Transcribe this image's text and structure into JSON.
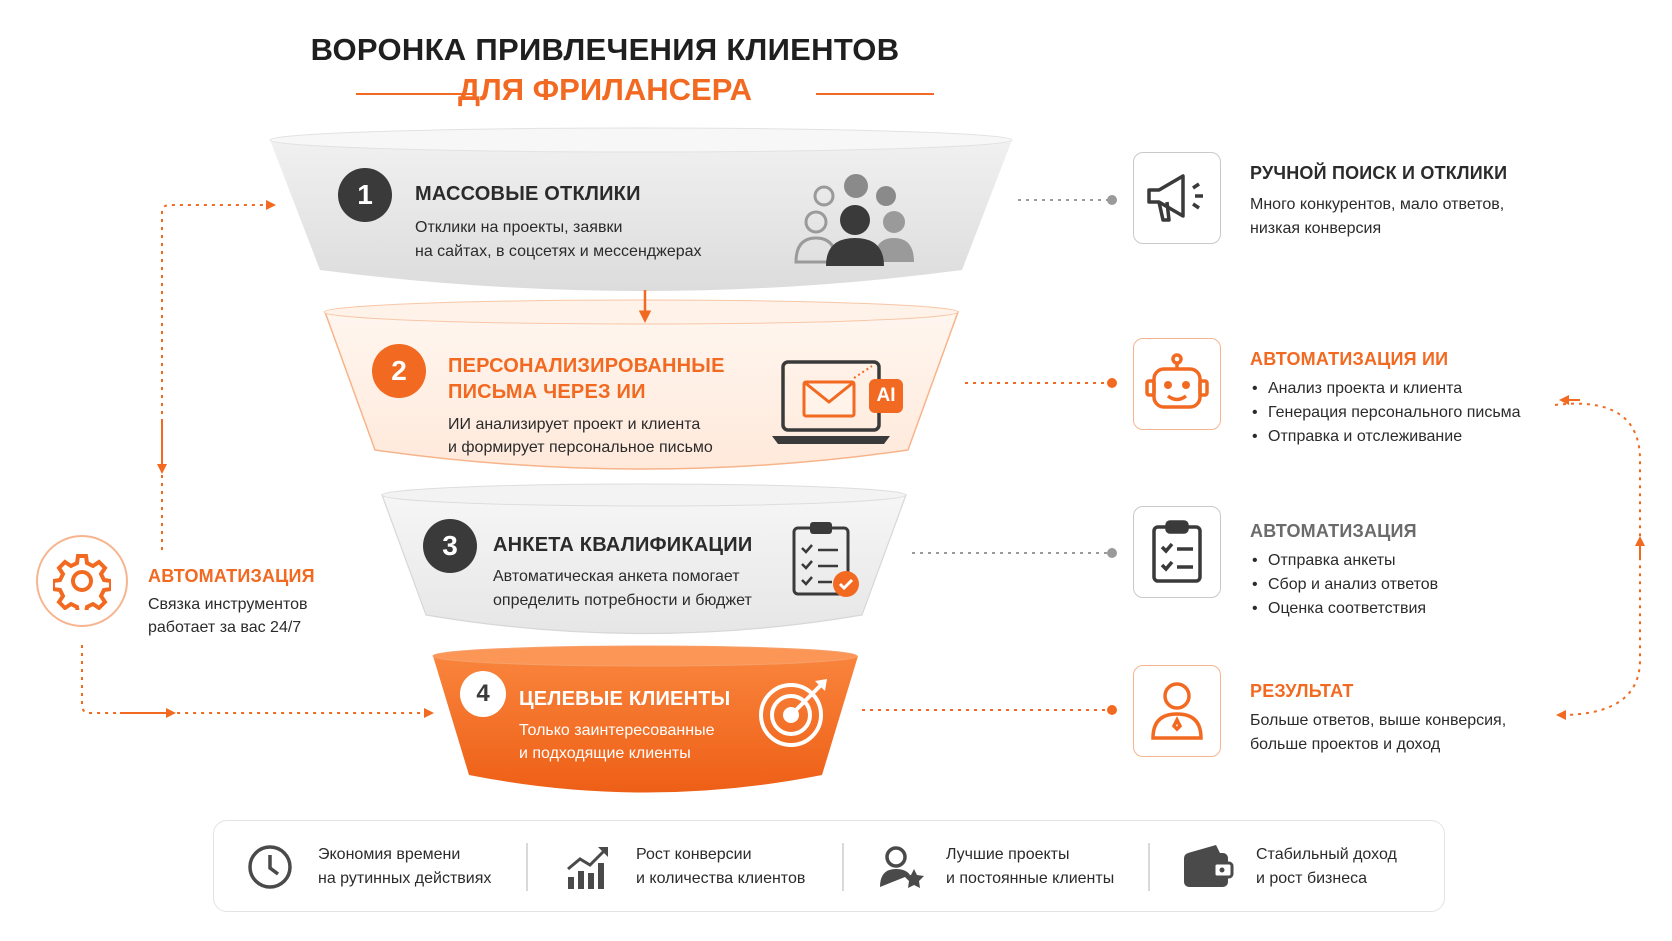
{
  "title": {
    "line1": "ВОРОНКА ПРИВЛЕЧЕНИЯ КЛИЕНТОВ",
    "line2": "ДЛЯ ФРИЛАНСЕРА"
  },
  "colors": {
    "accent": "#f26a21",
    "dark": "#3a3a3a",
    "gray": "#8c8c8c"
  },
  "stages": [
    {
      "number": "1",
      "title": "МАССОВЫЕ ОТКЛИКИ",
      "desc1": "Отклики на проекты, заявки",
      "desc2": "на сайтах, в соцсетях и мессенджерах",
      "icon": "people-group-icon"
    },
    {
      "number": "2",
      "title1": "ПЕРСОНАЛИЗИРОВАННЫЕ",
      "title2": "ПИСЬМА ЧЕРЕЗ ИИ",
      "desc1": "ИИ анализирует проект и клиента",
      "desc2": "и формирует персональное письмо",
      "icon": "laptop-email-ai-icon",
      "ai_badge": "AI"
    },
    {
      "number": "3",
      "title": "АНКЕТА КВАЛИФИКАЦИИ",
      "desc1": "Автоматическая анкета помогает",
      "desc2": "определить потребности и бюджет",
      "icon": "clipboard-check-icon"
    },
    {
      "number": "4",
      "title": "ЦЕЛЕВЫЕ КЛИЕНТЫ",
      "desc1": "Только заинтересованные",
      "desc2": "и подходящие клиенты",
      "icon": "target-arrow-icon"
    }
  ],
  "right": [
    {
      "title": "РУЧНОЙ ПОИСК И ОТКЛИКИ",
      "desc1": "Много конкурентов, мало ответов,",
      "desc2": "низкая конверсия",
      "icon": "megaphone-icon"
    },
    {
      "title": "АВТОМАТИЗАЦИЯ ИИ",
      "items": [
        "Анализ проекта и клиента",
        "Генерация персонального письма",
        "Отправка и отслеживание"
      ],
      "icon": "robot-icon"
    },
    {
      "title": "АВТОМАТИЗАЦИЯ",
      "items": [
        "Отправка анкеты",
        "Сбор и анализ ответов",
        "Оценка соответствия"
      ],
      "icon": "checklist-icon"
    },
    {
      "title": "РЕЗУЛЬТАТ",
      "desc1": "Больше ответов, выше конверсия,",
      "desc2": "больше проектов и доход",
      "icon": "user-icon"
    }
  ],
  "left": {
    "title": "АВТОМАТИЗАЦИЯ",
    "desc1": "Связка инструментов",
    "desc2": "работает за вас 24/7",
    "icon": "gear-icon"
  },
  "benefits": [
    {
      "line1": "Экономия времени",
      "line2": "на рутинных действиях",
      "icon": "clock-icon"
    },
    {
      "line1": "Рост конверсии",
      "line2": "и количества клиентов",
      "icon": "growth-chart-icon"
    },
    {
      "line1": "Лучшие проекты",
      "line2": "и постоянные клиенты",
      "icon": "user-star-icon"
    },
    {
      "line1": "Стабильный доход",
      "line2": "и рост бизнеса",
      "icon": "wallet-icon"
    }
  ]
}
